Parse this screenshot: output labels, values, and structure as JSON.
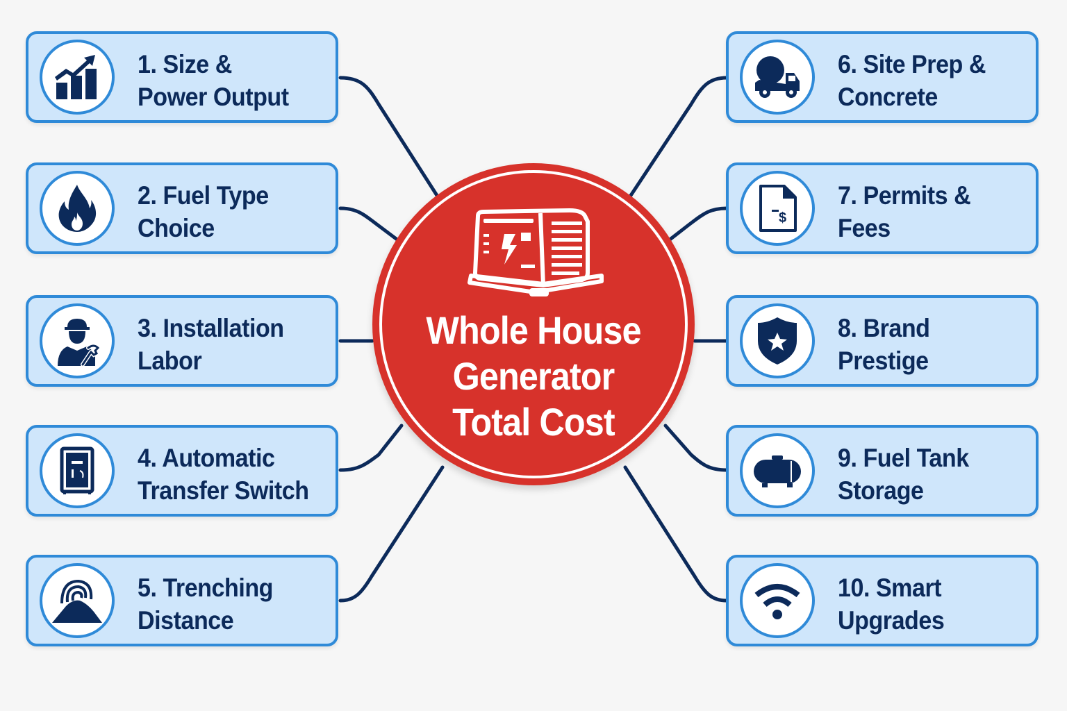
{
  "center": {
    "icon": "generator-icon",
    "title_lines": [
      "Whole House",
      "Generator",
      "Total Cost"
    ]
  },
  "colors": {
    "background": "#f6f6f6",
    "card_fill": "#cfe6fb",
    "card_border": "#2f8ad8",
    "text_navy": "#0c2a5a",
    "hub_red": "#d7322b",
    "connector": "#0c2a5a"
  },
  "factors": [
    {
      "number": "1.",
      "line1": "1. Size &",
      "line2": "Power Output",
      "icon": "bar-chart-growth-icon"
    },
    {
      "number": "2.",
      "line1": "2. Fuel Type",
      "line2": "Choice",
      "icon": "flame-icon"
    },
    {
      "number": "3.",
      "line1": "3. Installation",
      "line2": "Labor",
      "icon": "worker-wrench-icon"
    },
    {
      "number": "4.",
      "line1": "4. Automatic",
      "line2": "Transfer Switch",
      "icon": "transfer-switch-panel-icon"
    },
    {
      "number": "5.",
      "line1": "5. Trenching",
      "line2": "Distance",
      "icon": "trench-dirt-mound-icon"
    },
    {
      "number": "6.",
      "line1": "6. Site Prep &",
      "line2": "Concrete",
      "icon": "cement-mixer-truck-icon"
    },
    {
      "number": "7.",
      "line1": "7. Permits &",
      "line2": "Fees",
      "icon": "document-dollar-icon"
    },
    {
      "number": "8.",
      "line1": "8. Brand",
      "line2": "Prestige",
      "icon": "shield-star-icon"
    },
    {
      "number": "9.",
      "line1": "9. Fuel Tank",
      "line2": "Storage",
      "icon": "fuel-tank-icon"
    },
    {
      "number": "10.",
      "line1": "10. Smart",
      "line2": "Upgrades",
      "icon": "wifi-icon"
    }
  ]
}
